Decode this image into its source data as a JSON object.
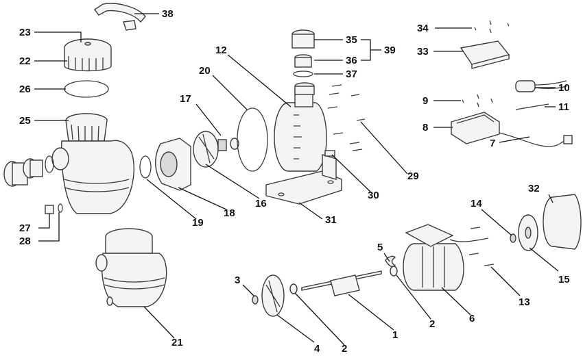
{
  "diagram": {
    "callouts": {
      "c1": "1",
      "c2a": "2",
      "c2b": "2",
      "c3": "3",
      "c4": "4",
      "c5": "5",
      "c6": "6",
      "c7": "7",
      "c8": "8",
      "c9": "9",
      "c10": "10",
      "c11": "11",
      "c12": "12",
      "c13": "13",
      "c14": "14",
      "c15": "15",
      "c16": "16",
      "c17": "17",
      "c18": "18",
      "c19": "19",
      "c20": "20",
      "c21": "21",
      "c22": "22",
      "c23": "23",
      "c25": "25",
      "c26": "26",
      "c27": "27",
      "c28": "28",
      "c29": "29",
      "c30": "30",
      "c31": "31",
      "c32": "32",
      "c33": "33",
      "c34": "34",
      "c35": "35",
      "c36": "36",
      "c37": "37",
      "c38": "38",
      "c39": "39"
    }
  }
}
